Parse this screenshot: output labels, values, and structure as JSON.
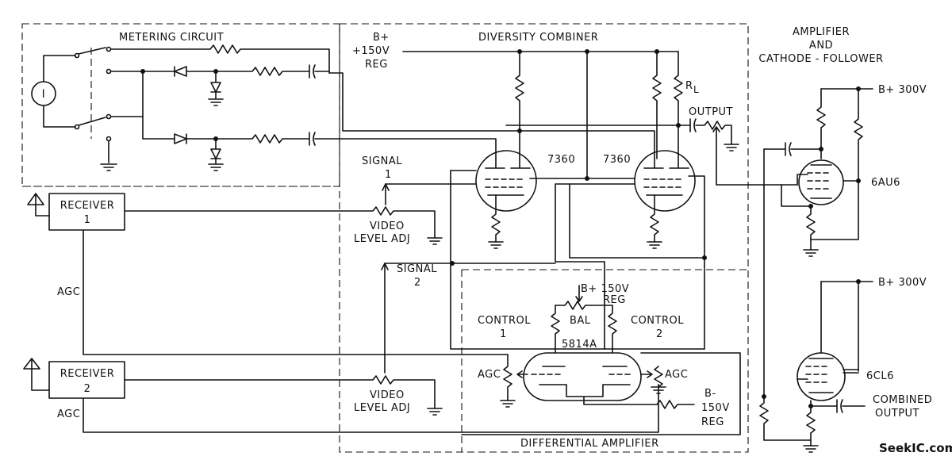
{
  "sections": {
    "metering": "METERING CIRCUIT",
    "combiner": "DIVERSITY COMBINER",
    "amp_title_1": "AMPLIFIER",
    "amp_title_2": "AND",
    "amp_title_3": "CATHODE - FOLLOWER",
    "diff_amp": "DIFFERENTIAL AMPLIFIER"
  },
  "supply": {
    "bplus_1": "B+",
    "bplus_2": "+150V",
    "bplus_3": "REG",
    "bplus300_a": "B+ 300V",
    "bplus300_b": "B+ 300V",
    "bal_supply_1": "B+ 150V",
    "bal_supply_2": "REG",
    "bminus_1": "B-",
    "bminus_2": "150V",
    "bminus_3": "REG"
  },
  "meter": {
    "symbol": "I"
  },
  "receivers": [
    {
      "line1": "RECEIVER",
      "line2": "1"
    },
    {
      "line1": "RECEIVER",
      "line2": "2"
    }
  ],
  "labels": {
    "signal1_a": "SIGNAL",
    "signal1_b": "1",
    "signal2_a": "SIGNAL",
    "signal2_b": "2",
    "video1_a": "VIDEO",
    "video1_b": "LEVEL ADJ",
    "video2_a": "VIDEO",
    "video2_b": "LEVEL ADJ",
    "agc_1": "AGC",
    "agc_2": "AGC",
    "agc_left": "AGC",
    "agc_right": "AGC",
    "output": "OUTPUT",
    "rl": "R",
    "rl_sub": "L",
    "control1_a": "CONTROL",
    "control1_b": "1",
    "control2_a": "CONTROL",
    "control2_b": "2",
    "bal": "BAL",
    "combined_1": "COMBINED",
    "combined_2": "OUTPUT"
  },
  "tubes": {
    "t1": "7360",
    "t2": "7360",
    "diff": "5814A",
    "amp": "6AU6",
    "cf": "6CL6"
  },
  "watermark": "SeekIC.com"
}
